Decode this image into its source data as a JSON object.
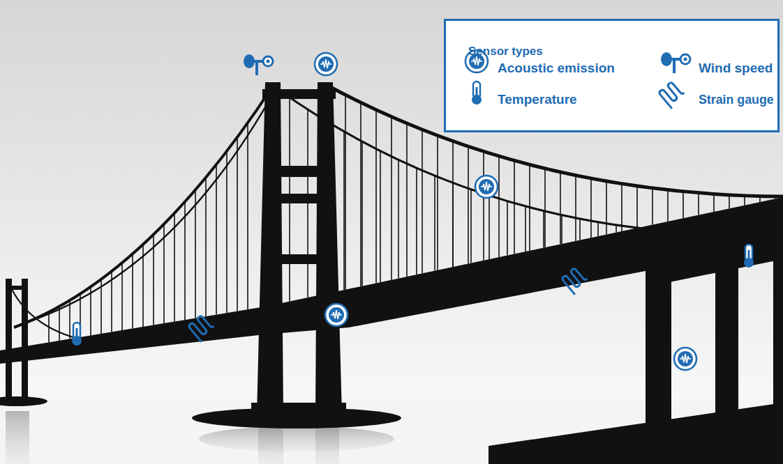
{
  "diagram": {
    "nodes": [
      {
        "text": [
          "Sensor types"
        ]
      }
    ],
    "legend": [
      {
        "text": "Acoustic emission"
      },
      {
        "text": "Wind speed"
      },
      {
        "text": "Temperature"
      },
      {
        "text": "Strain gauge"
      }
    ]
  }
}
